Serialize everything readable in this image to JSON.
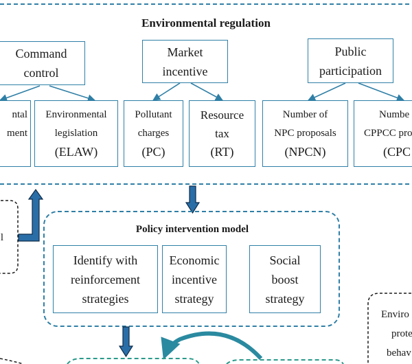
{
  "top_group": {
    "title": "Environmental regulation",
    "categories": [
      {
        "line1": "Command",
        "line2": "control"
      },
      {
        "line1": "Market",
        "line2": "incentive"
      },
      {
        "line1": "Public",
        "line2": "participation"
      }
    ],
    "indicators": [
      {
        "line1": "ntal",
        "line2": "ment",
        "code": ""
      },
      {
        "line1": "Environmental",
        "line2": "legislation",
        "code": "(ELAW)"
      },
      {
        "line1": "Pollutant",
        "line2": "charges",
        "code": "(PC)"
      },
      {
        "line1": "Resource",
        "line2": "tax",
        "code": "(RT)"
      },
      {
        "line1": "Number of",
        "line2": "NPC proposals",
        "code": "(NPCN)"
      },
      {
        "line1": "Numbe",
        "line2": "CPPCC pro",
        "code": "(CPC"
      }
    ]
  },
  "left_partial": {
    "text": "l"
  },
  "policy_group": {
    "title": "Policy intervention model",
    "strategies": [
      {
        "line1": "Identify with",
        "line2": "reinforcement",
        "line3": "strategies"
      },
      {
        "line1": "Economic",
        "line2": "incentive",
        "line3": "strategy"
      },
      {
        "line1": "Social",
        "line2": "boost",
        "line3": "strategy"
      }
    ]
  },
  "right_partial": {
    "line1": "Enviro",
    "line2": "prote",
    "line3": "behav"
  },
  "colors": {
    "border_blue": "#2f7fa6",
    "dark_dashed": "#1c5a7a",
    "arrow_fill": "#2a6ea8",
    "arrow_outline": "#0d2b47",
    "teal_curve": "#2a8aa0"
  }
}
